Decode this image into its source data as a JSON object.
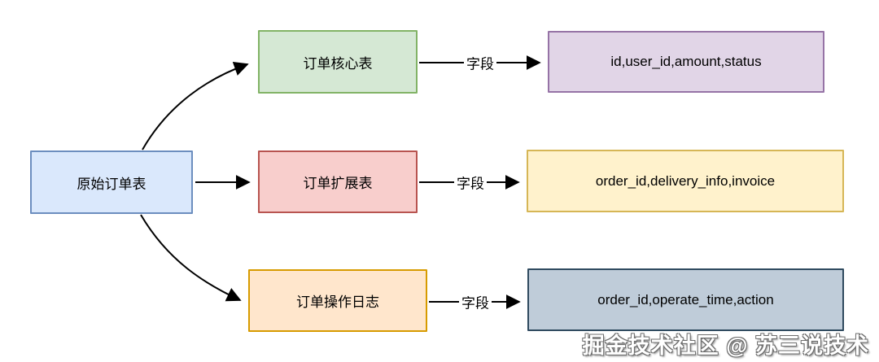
{
  "diagram": {
    "source": {
      "label": "原始订单表"
    },
    "rows": [
      {
        "table": "订单核心表",
        "edge_label": "字段",
        "fields": "id,user_id,amount,status"
      },
      {
        "table": "订单扩展表",
        "edge_label": "字段",
        "fields": "order_id,delivery_info,invoice"
      },
      {
        "table": "订单操作日志",
        "edge_label": "字段",
        "fields": "order_id,operate_time,action"
      }
    ]
  },
  "colors": {
    "source_fill": "#dae8fc",
    "source_border": "#6c8ebf",
    "core_table_fill": "#d5e8d4",
    "core_table_border": "#82b366",
    "extension_table_fill": "#f8cecc",
    "extension_table_border": "#b85450",
    "log_table_fill": "#ffe6cc",
    "log_table_border": "#d79b00",
    "core_fields_fill": "#e1d5e7",
    "core_fields_border": "#9673a6",
    "extension_fields_fill": "#fff2cc",
    "extension_fields_border": "#d6b656",
    "log_fields_fill": "#bfccd9",
    "log_fields_border": "#2f4a5f",
    "arrow": "#000000",
    "background": "#ffffff"
  },
  "watermark": {
    "text": "掘金技术社区 @ 苏三说技术"
  }
}
